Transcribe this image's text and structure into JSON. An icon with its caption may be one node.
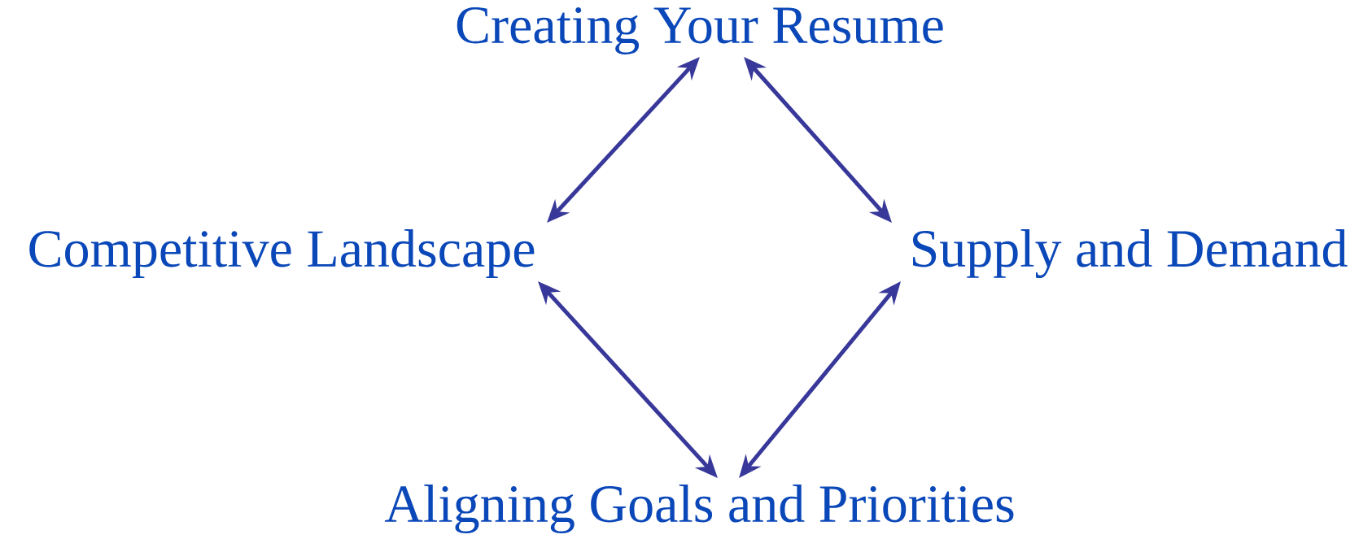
{
  "diagram": {
    "nodes": [
      {
        "text": [
          "Creating Your Resume"
        ]
      },
      {
        "text": [
          "Competitive Landscape"
        ]
      },
      {
        "text": [
          "Supply and Demand"
        ]
      },
      {
        "text": [
          "Aligning Goals and Priorities"
        ]
      }
    ],
    "edges": [
      {
        "from": 0,
        "to": 1,
        "arrow": "both"
      },
      {
        "from": 0,
        "to": 2,
        "arrow": "both"
      },
      {
        "from": 1,
        "to": 3,
        "arrow": "both"
      },
      {
        "from": 2,
        "to": 3,
        "arrow": "both"
      }
    ]
  }
}
